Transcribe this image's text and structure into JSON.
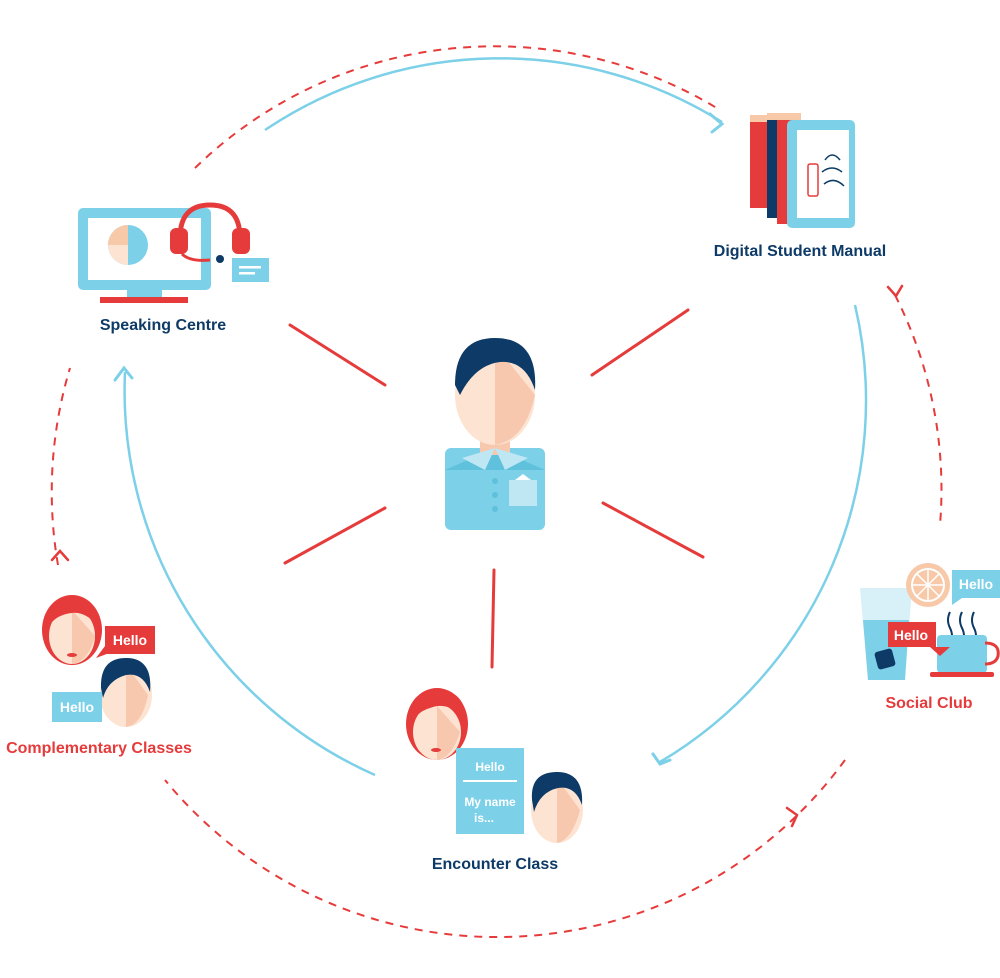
{
  "colors": {
    "navy": "#0d3a66",
    "red": "#e63b3b",
    "light_blue": "#7cd0e8",
    "skin_light": "#fde3d2",
    "skin_shade": "#f7c8ad",
    "peach": "#f8c9a9"
  },
  "nodes": {
    "digital_student_manual": {
      "label": "Digital Student Manual",
      "icon": "books-tablet-icon"
    },
    "social_club": {
      "label": "Social Club",
      "icon": "drinks-coffee-icon",
      "bubble_left": "Hello",
      "bubble_right": "Hello"
    },
    "encounter_class": {
      "label": "Encounter Class",
      "icon": "two-people-chat-icon",
      "bubble_line1": "Hello",
      "bubble_line2": "My name",
      "bubble_line3": "is..."
    },
    "complementary_classes": {
      "label": "Complementary Classes",
      "icon": "two-people-chat-icon",
      "bubble_top": "Hello",
      "bubble_bottom": "Hello"
    },
    "speaking_centre": {
      "label": "Speaking Centre",
      "icon": "monitor-headset-icon"
    }
  },
  "center": {
    "icon": "student-icon"
  }
}
